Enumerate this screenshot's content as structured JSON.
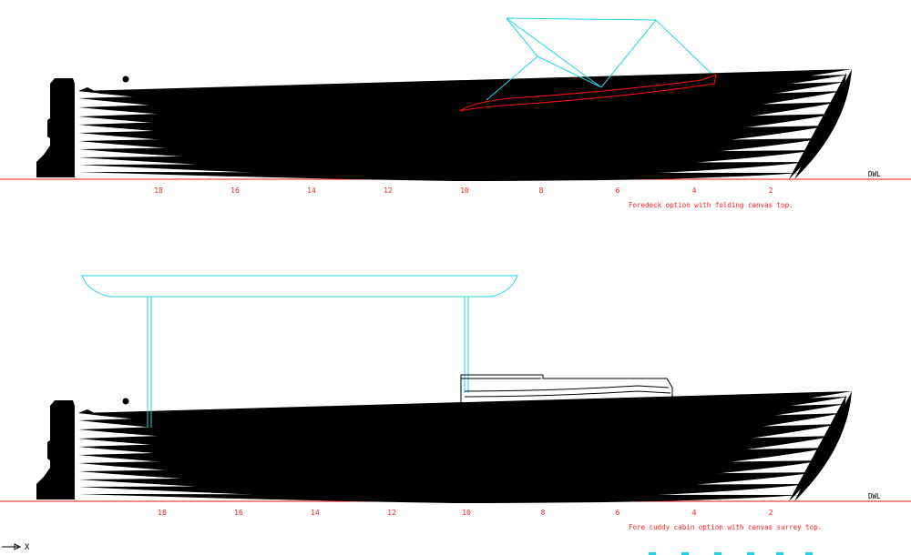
{
  "views": [
    {
      "id": "forecanvas",
      "stations": [
        "18",
        "16",
        "14",
        "12",
        "10",
        "8",
        "6",
        "4",
        "2"
      ],
      "waterline_label": "DWL",
      "caption": "Foredeck option with folding canvas top."
    },
    {
      "id": "cuddy",
      "stations": [
        "18",
        "16",
        "14",
        "12",
        "10",
        "8",
        "6",
        "4",
        "2"
      ],
      "waterline_label": "DWL",
      "caption": "Fore cuddy cabin option with canvas surrey top."
    }
  ],
  "axis_label": "X",
  "colors": {
    "hull_lines": "#000000",
    "dimensions": "#ff2020",
    "canvas_top": "#22d3e6",
    "grid": "#c8c8c8"
  }
}
